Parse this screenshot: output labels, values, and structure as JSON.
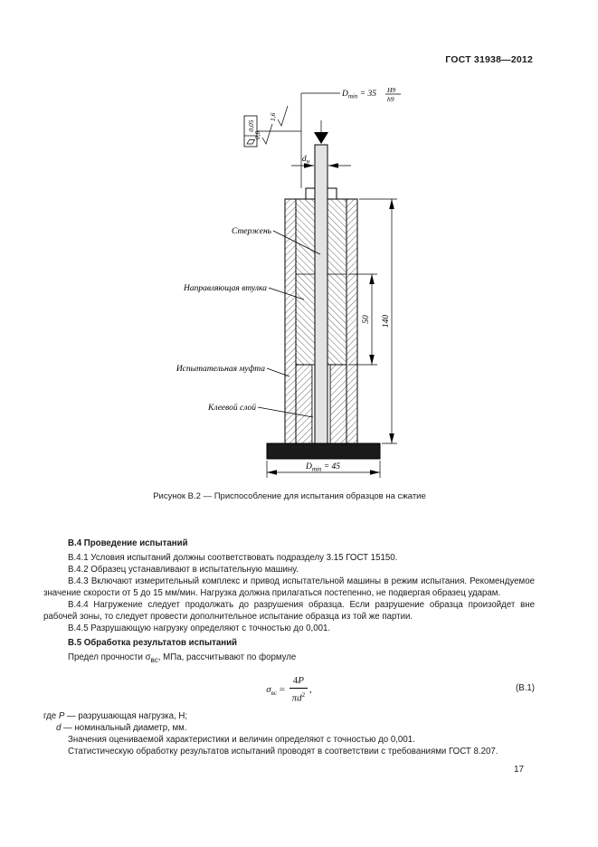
{
  "header": {
    "doc_number": "ГОСТ 31938—2012"
  },
  "figure": {
    "caption": "Рисунок В.2 — Приспособление для испытания образцов на сжатие",
    "part_labels": {
      "rod": "Стержень",
      "guide_bushing": "Направляющая втулка",
      "test_sleeve": "Испытательная муфта",
      "adhesive_layer": "Клеевой слой"
    },
    "dims": {
      "top_d": "D",
      "top_sub": "min",
      "top_eq": " = 35",
      "fit_num": "Н9",
      "fit_den": "h9",
      "rod_dia_d": "d",
      "rod_dia_sub": "н",
      "total_height": "140",
      "zone_height": "50",
      "bottom_d": "D",
      "bottom_sub": "min",
      "bottom_eq": " = 45",
      "roughness_1": "0,8",
      "roughness_2": "1,6",
      "tolerance_value": "0,05"
    }
  },
  "section_b4": {
    "title": "В.4 Проведение испытаний",
    "p1": "В.4.1 Условия испытаний должны соответствовать подразделу 3.15 ГОСТ 15150.",
    "p2": "В.4.2 Образец устанавливают в испытательную машину.",
    "p3": "В.4.3 Включают измерительный комплекс и привод испытательной машины в режим испытания. Рекомендуемое значение скорости от 5 до 15 мм/мин. Нагрузка должна прилагаться постепенно, не подвергая образец ударам.",
    "p4": "В.4.4 Нагружение следует продолжать до разрушения образца. Если разрушение образца произойдет вне рабочей зоны, то следует провести дополнительное испытание образца из той же партии.",
    "p5": "В.4.5 Разрушающую нагрузку определяют с точностью до 0,001."
  },
  "section_b5": {
    "title": "В.5 Обработка результатов испытаний",
    "intro_1": "Предел прочности σ",
    "intro_sub": "вс",
    "intro_2": ", МПа, рассчитывают по формуле",
    "formula": {
      "lhs": "σ",
      "lhs_sub": "вс",
      "eq": " = ",
      "num_coef": "4",
      "num_var": "P",
      "den_pre": "π",
      "den_var": "d",
      "den_sup": "2",
      "comma": ",",
      "number": "(В.1)"
    },
    "where_label": "где ",
    "where_p_var": "P",
    "where_p_text": " — разрушающая нагрузка, Н;",
    "where_d_var": "d",
    "where_d_text": " — номинальный диаметр, мм.",
    "p_precision": "Значения оцениваемой характеристики и величин определяют с точностью до 0,001.",
    "p_stat": "Статистическую обработку результатов испытаний проводят в соответствии с требованиями ГОСТ 8.207."
  },
  "footer": {
    "page_number": "17"
  }
}
